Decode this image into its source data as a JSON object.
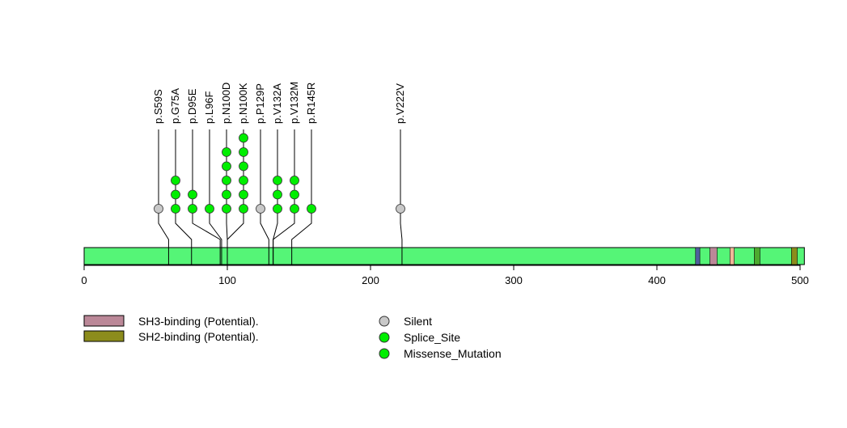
{
  "chart_data": {
    "type": "lollipop",
    "title": "",
    "protein_length": 503,
    "xlim": [
      0,
      503
    ],
    "x_ticks": [
      0,
      100,
      200,
      300,
      400,
      500
    ],
    "domains": [
      {
        "start": 427,
        "end": 430,
        "color": "#4f5f9e",
        "label": ""
      },
      {
        "start": 437,
        "end": 442,
        "color": "#bb8898",
        "label": "SH3-binding (Potential)."
      },
      {
        "start": 451,
        "end": 454,
        "color": "#f0b898",
        "label": ""
      },
      {
        "start": 468,
        "end": 472,
        "color": "#4daa2f",
        "label": ""
      },
      {
        "start": 494,
        "end": 498,
        "color": "#8c8c1c",
        "label": "SH2-binding (Potential)."
      }
    ],
    "mutations": [
      {
        "label": "p.S59S",
        "pos": 59,
        "count": 1,
        "type": "Silent"
      },
      {
        "label": "p.G75A",
        "pos": 75,
        "count": 3,
        "type": "Missense_Mutation"
      },
      {
        "label": "p.D95E",
        "pos": 95,
        "count": 2,
        "type": "Missense_Mutation"
      },
      {
        "label": "p.L96F",
        "pos": 96,
        "count": 1,
        "type": "Missense_Mutation"
      },
      {
        "label": "p.N100D",
        "pos": 100,
        "count": 5,
        "type": "Missense_Mutation"
      },
      {
        "label": "p.N100K",
        "pos": 100,
        "count": 6,
        "type": "Missense_Mutation"
      },
      {
        "label": "p.P129P",
        "pos": 129,
        "count": 1,
        "type": "Silent"
      },
      {
        "label": "p.V132A",
        "pos": 132,
        "count": 3,
        "type": "Missense_Mutation"
      },
      {
        "label": "p.V132M",
        "pos": 132,
        "count": 3,
        "type": "Missense_Mutation"
      },
      {
        "label": "p.R145R",
        "pos": 145,
        "count": 1,
        "type": "Missense_Mutation"
      },
      {
        "label": "p.V222V",
        "pos": 222,
        "count": 1,
        "type": "Silent"
      }
    ],
    "legend_domains": [
      {
        "label": "SH3-binding (Potential).",
        "color": "#bb8898"
      },
      {
        "label": "SH2-binding (Potential).",
        "color": "#8c8c1c"
      }
    ],
    "legend_mutations": [
      {
        "label": "Silent",
        "color": "#c8c8c8"
      },
      {
        "label": "Splice_Site",
        "color": "#00ee00"
      },
      {
        "label": "Missense_Mutation",
        "color": "#00ee00"
      }
    ],
    "backbone_color": "#55f577"
  }
}
